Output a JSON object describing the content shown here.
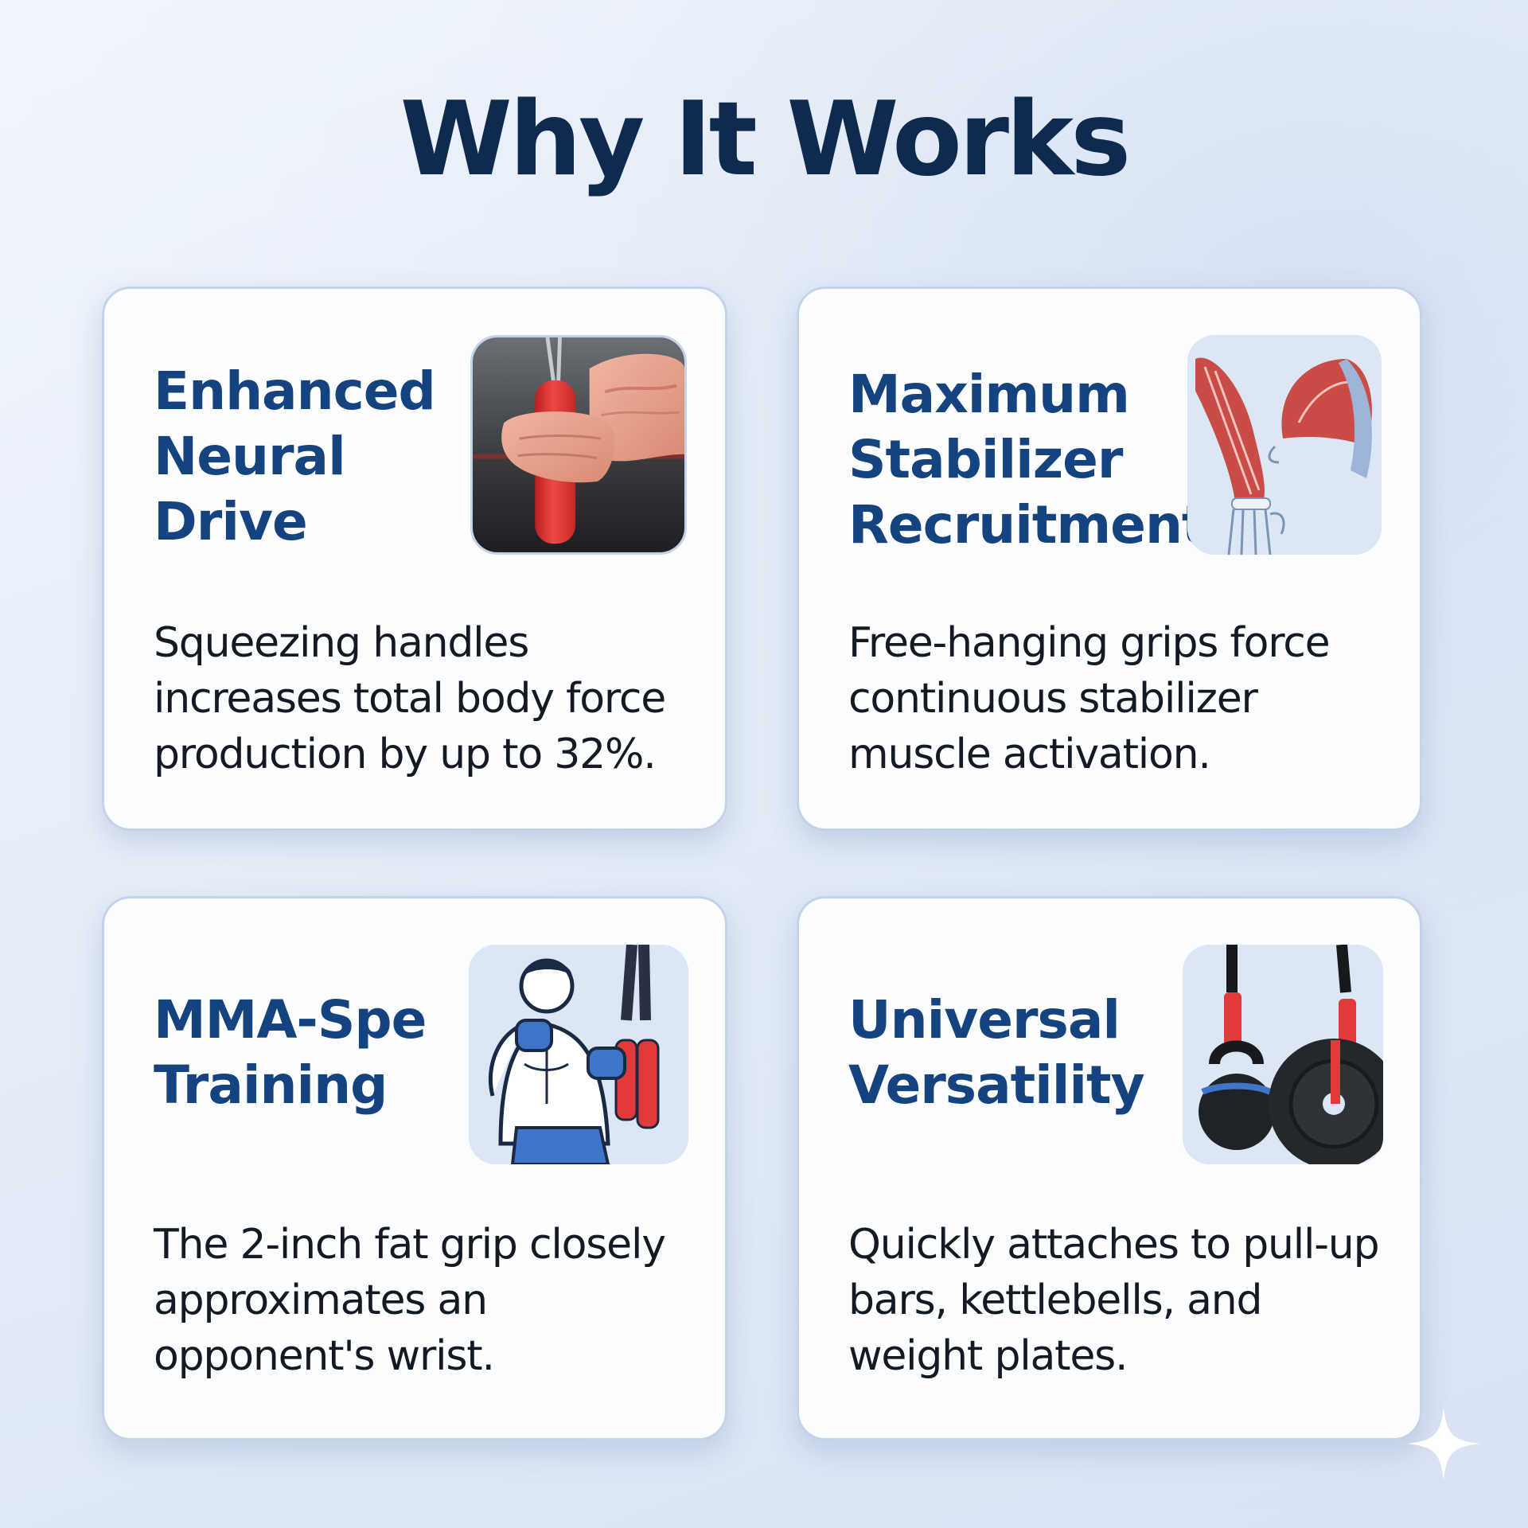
{
  "header": {
    "title": "Why It Works"
  },
  "cards": [
    {
      "title_lines": [
        "Enhanced",
        "Neural",
        "Drive"
      ],
      "description": "Squeezing handles increases total body force production by up to 32%.",
      "image_icon": "hand-grip-photo-icon"
    },
    {
      "title_lines": [
        "Maximum",
        "Stabilizer",
        "Recruitment"
      ],
      "description": "Free-hanging grips force continuous stabilizer muscle activation.",
      "image_icon": "arm-muscle-anatomy-icon"
    },
    {
      "title_lines": [
        "MMA-Spe",
        "Training"
      ],
      "description": "The 2-inch fat grip closely approximates an opponent's wrist.",
      "image_icon": "fighter-illustration-icon"
    },
    {
      "title_lines": [
        "Universal",
        "Versatility"
      ],
      "description": "Quickly attaches to pull-up bars, kettlebells, and weight plates.",
      "image_icon": "kettlebell-plate-icon"
    }
  ],
  "colors": {
    "title": "#0f2a4f",
    "card_title": "#15437f",
    "card_text": "#141a24",
    "card_border": "#c3d4ea",
    "grip_red": "#e23a3a"
  }
}
